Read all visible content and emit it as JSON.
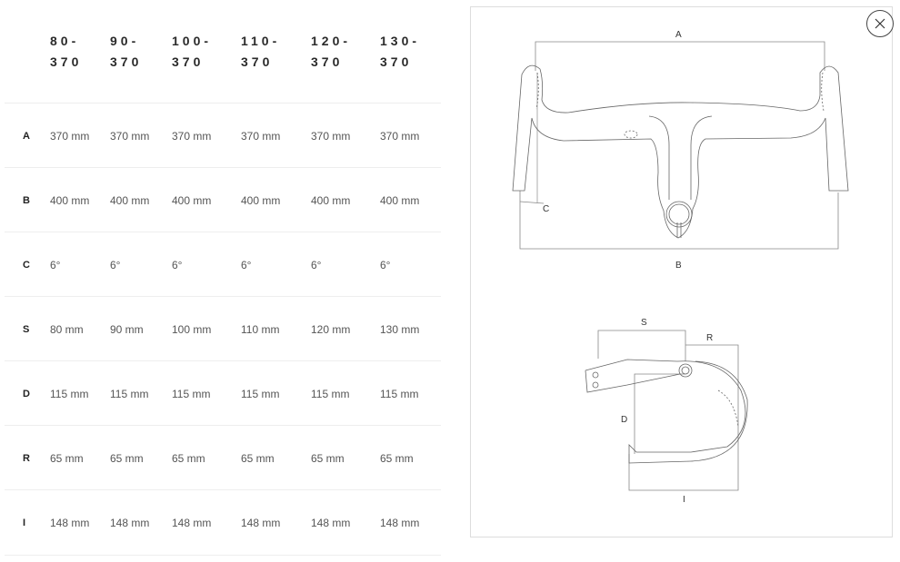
{
  "columns": [
    {
      "line1": "80-",
      "line2": "370"
    },
    {
      "line1": "90-",
      "line2": "370"
    },
    {
      "line1": "100-",
      "line2": "370"
    },
    {
      "line1": "110-",
      "line2": "370"
    },
    {
      "line1": "120-",
      "line2": "370"
    },
    {
      "line1": "130-",
      "line2": "370"
    }
  ],
  "rows": [
    {
      "label": "A",
      "values": [
        "370 mm",
        "370 mm",
        "370 mm",
        "370 mm",
        "370 mm",
        "370 mm"
      ]
    },
    {
      "label": "B",
      "values": [
        "400 mm",
        "400 mm",
        "400 mm",
        "400 mm",
        "400 mm",
        "400 mm"
      ]
    },
    {
      "label": "C",
      "values": [
        "6°",
        "6°",
        "6°",
        "6°",
        "6°",
        "6°"
      ]
    },
    {
      "label": "S",
      "values": [
        "80 mm",
        "90 mm",
        "100 mm",
        "110 mm",
        "120 mm",
        "130 mm"
      ]
    },
    {
      "label": "D",
      "values": [
        "115 mm",
        "115 mm",
        "115 mm",
        "115 mm",
        "115 mm",
        "115 mm"
      ]
    },
    {
      "label": "R",
      "values": [
        "65 mm",
        "65 mm",
        "65 mm",
        "65 mm",
        "65 mm",
        "65 mm"
      ]
    },
    {
      "label": "I",
      "values": [
        "148 mm",
        "148 mm",
        "148 mm",
        "148 mm",
        "148 mm",
        "148 mm"
      ]
    }
  ],
  "diagram": {
    "a": "A",
    "b": "B",
    "c": "C",
    "s": "S",
    "r": "R",
    "d": "D",
    "i": "I"
  },
  "close_icon": "close-icon"
}
